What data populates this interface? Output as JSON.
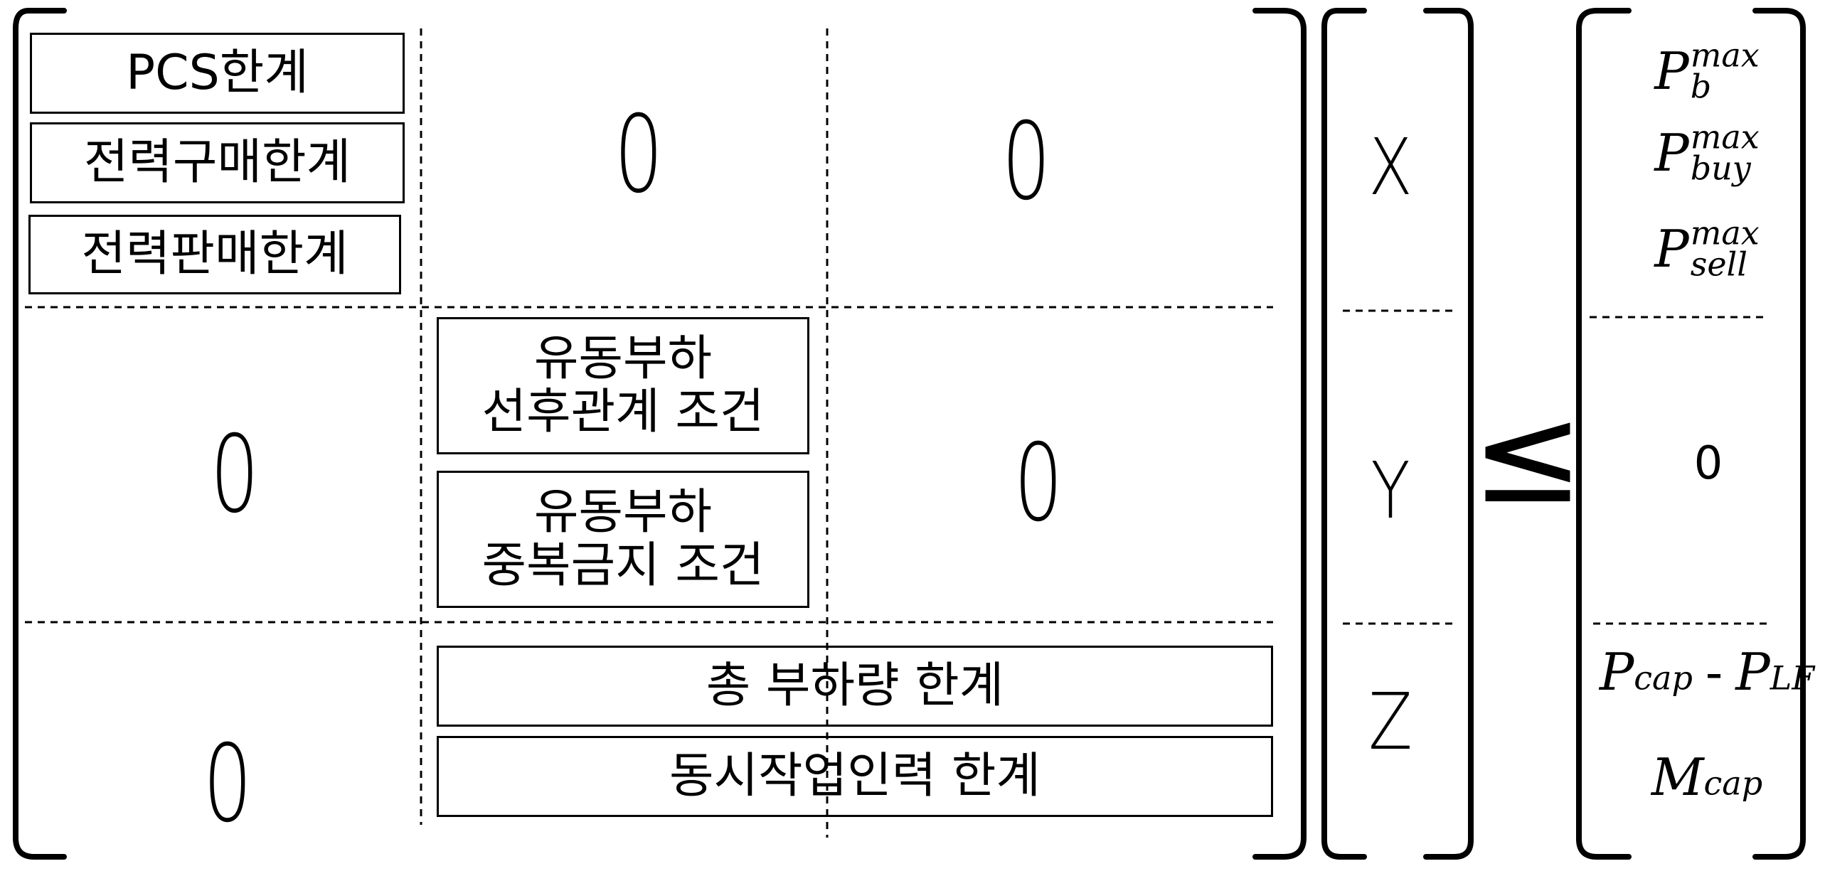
{
  "matrix": {
    "top_left_boxes": [
      "PCS한계",
      "전력구매한계",
      "전력판매한계"
    ],
    "middle_boxes": [
      {
        "line1": "유동부하",
        "line2": "선후관계 조건"
      },
      {
        "line1": "유동부하",
        "line2": "중복금지 조건"
      }
    ],
    "bottom_boxes": [
      "총 부하량 한계",
      "동시작업인력 한계"
    ],
    "zero": "0"
  },
  "vector_vars": [
    "X",
    "Y",
    "Z"
  ],
  "relation": "≤",
  "rhs": {
    "pb_base": "P",
    "pb_sup": "max",
    "pb_sub": "b",
    "pbuy_base": "P",
    "pbuy_sup": "max",
    "pbuy_sub": "buy",
    "psell_base": "P",
    "psell_sup": "max",
    "psell_sub": "sell",
    "zero": "0",
    "pcap_base": "P",
    "pcap_sub": "cap",
    "minus": "-",
    "plf_base": "P",
    "plf_sub": "LF",
    "mcap_base": "M",
    "mcap_sub": "cap"
  }
}
